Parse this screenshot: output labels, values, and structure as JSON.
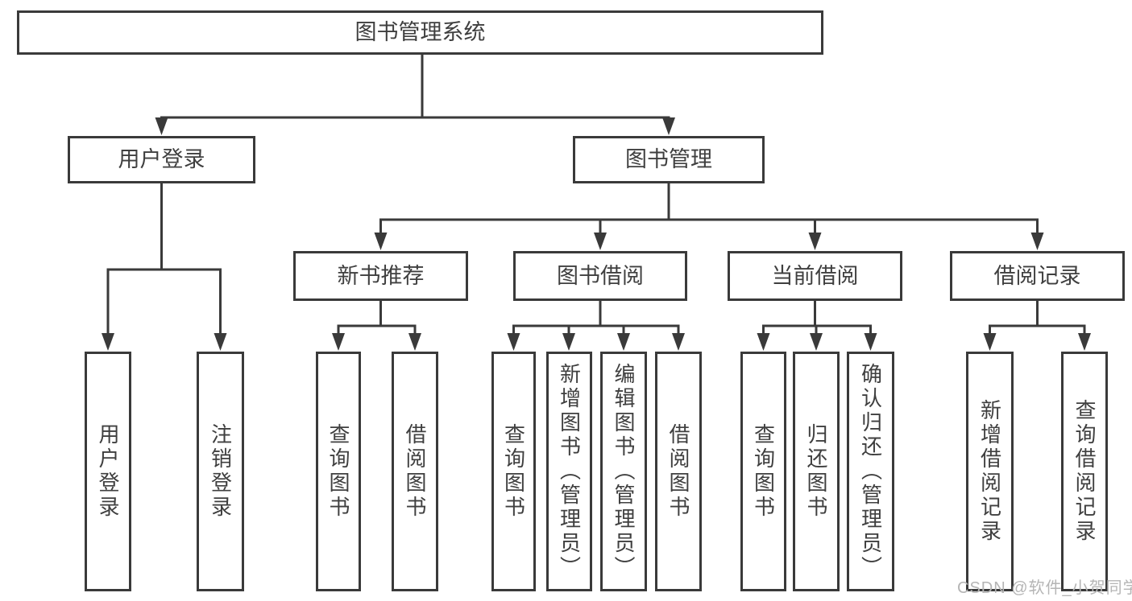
{
  "diagram": {
    "root": {
      "label": "图书管理系统"
    },
    "branches": [
      {
        "label": "用户登录",
        "children": [
          {
            "label": "用户登录"
          },
          {
            "label": "注销登录"
          }
        ]
      },
      {
        "label": "图书管理",
        "children": [
          {
            "label": "新书推荐",
            "children": [
              {
                "label": "查询图书"
              },
              {
                "label": "借阅图书"
              }
            ]
          },
          {
            "label": "图书借阅",
            "children": [
              {
                "label": "查询图书"
              },
              {
                "label": "新增图书（管理员）"
              },
              {
                "label": "编辑图书（管理员）"
              },
              {
                "label": "借阅图书"
              }
            ]
          },
          {
            "label": "当前借阅",
            "children": [
              {
                "label": "查询图书"
              },
              {
                "label": "归还图书"
              },
              {
                "label": "确认归还（管理员）"
              }
            ]
          },
          {
            "label": "借阅记录",
            "children": [
              {
                "label": "新增借阅记录"
              },
              {
                "label": "查询借阅记录"
              }
            ]
          }
        ]
      }
    ],
    "watermark": "CSDN @软件_小贺同学",
    "colors": {
      "line": "#3a3a3a",
      "box_border": "#3a3a3a",
      "text": "#3f3f3f",
      "background": "#ffffff",
      "watermark": "#b5b5b5"
    }
  }
}
